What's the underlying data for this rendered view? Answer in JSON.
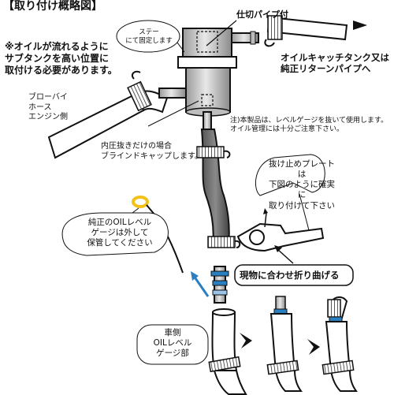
{
  "title": "【取り付け概略図】",
  "note_warning": "※オイルが流れるように\nサブタンクを高い位置に\n取付ける必要があります。",
  "label_stay": "ステー\nにて固定します",
  "label_partition_pipe": "仕切パイプ付",
  "label_catch_tank": "オイルキャッチタンク又は\n純正リターンパイプへ",
  "label_blowby": "ブローバイ\nホース\nエンジン側",
  "label_blind_cap": "内圧抜きだけの場合\nブラインドキャップします。",
  "note_usage": "注)本製品は、レベルゲージを抜いて使用します。\nオイル管理には十分ご注意下さい。",
  "label_stop_plate": "抜け止めプレートは\n下図のように確実に\n取り付けて下さい",
  "label_gauge_storage": "純正のOILレベル\nゲージは外して\n保管してください",
  "label_bend": "現物に合わせ折り曲げる",
  "label_vehicle_side": "車側\nOILレベル\nゲージ部",
  "colors": {
    "arrow_blue": "#2a7fc0",
    "gauge_yellow": "#f2c21b",
    "gray_part": "#cfcfcf",
    "dark": "#111111"
  }
}
